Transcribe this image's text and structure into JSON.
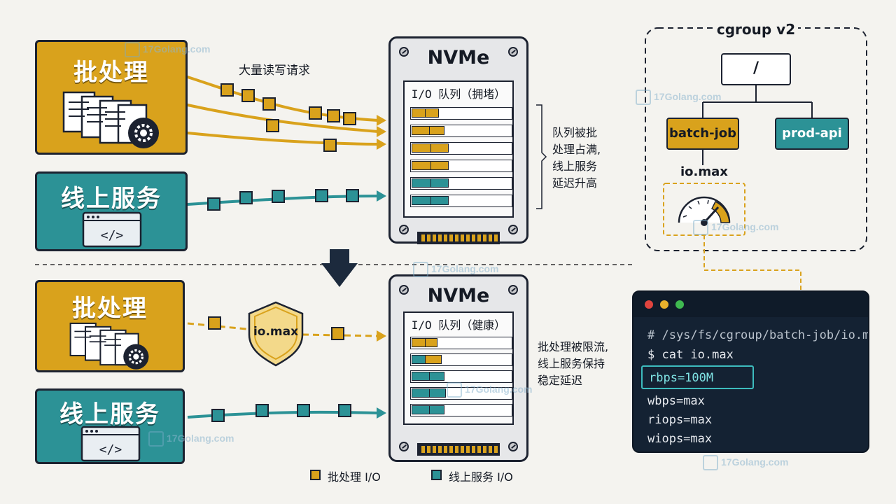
{
  "top": {
    "batch_title": "批处理",
    "online_title": "线上服务",
    "flow_label": "大量读写请求",
    "nvme_title": "NVMe",
    "queue_title": "I/O 队列（拥堵）",
    "note": [
      "队列被批",
      "处理占满,",
      "线上服务",
      "延迟升高"
    ]
  },
  "bottom": {
    "batch_title": "批处理",
    "online_title": "线上服务",
    "shield_label": "io.max",
    "nvme_title": "NVMe",
    "queue_title": "I/O 队列（健康）",
    "note": [
      "批处理被限流,",
      "线上服务保持",
      "稳定延迟"
    ]
  },
  "cgroup": {
    "title": "cgroup v2",
    "root": "/",
    "child_batch": "batch-job",
    "child_prod": "prod-api",
    "io_max_label": "io.max"
  },
  "terminal": {
    "lines": [
      "# /sys/fs/cgroup/batch-job/io.max",
      "$ cat io.max",
      "rbps=100M",
      "wbps=max",
      "riops=max",
      "wiops=max"
    ]
  },
  "legend": {
    "batch_label": "批处理 I/O",
    "online_label": "线上服务 I/O"
  },
  "watermark": "17Golang.com",
  "colors": {
    "batch": "#d9a21c",
    "online": "#2c9296",
    "dark": "#1c2230",
    "terminal_bg": "#142233"
  }
}
